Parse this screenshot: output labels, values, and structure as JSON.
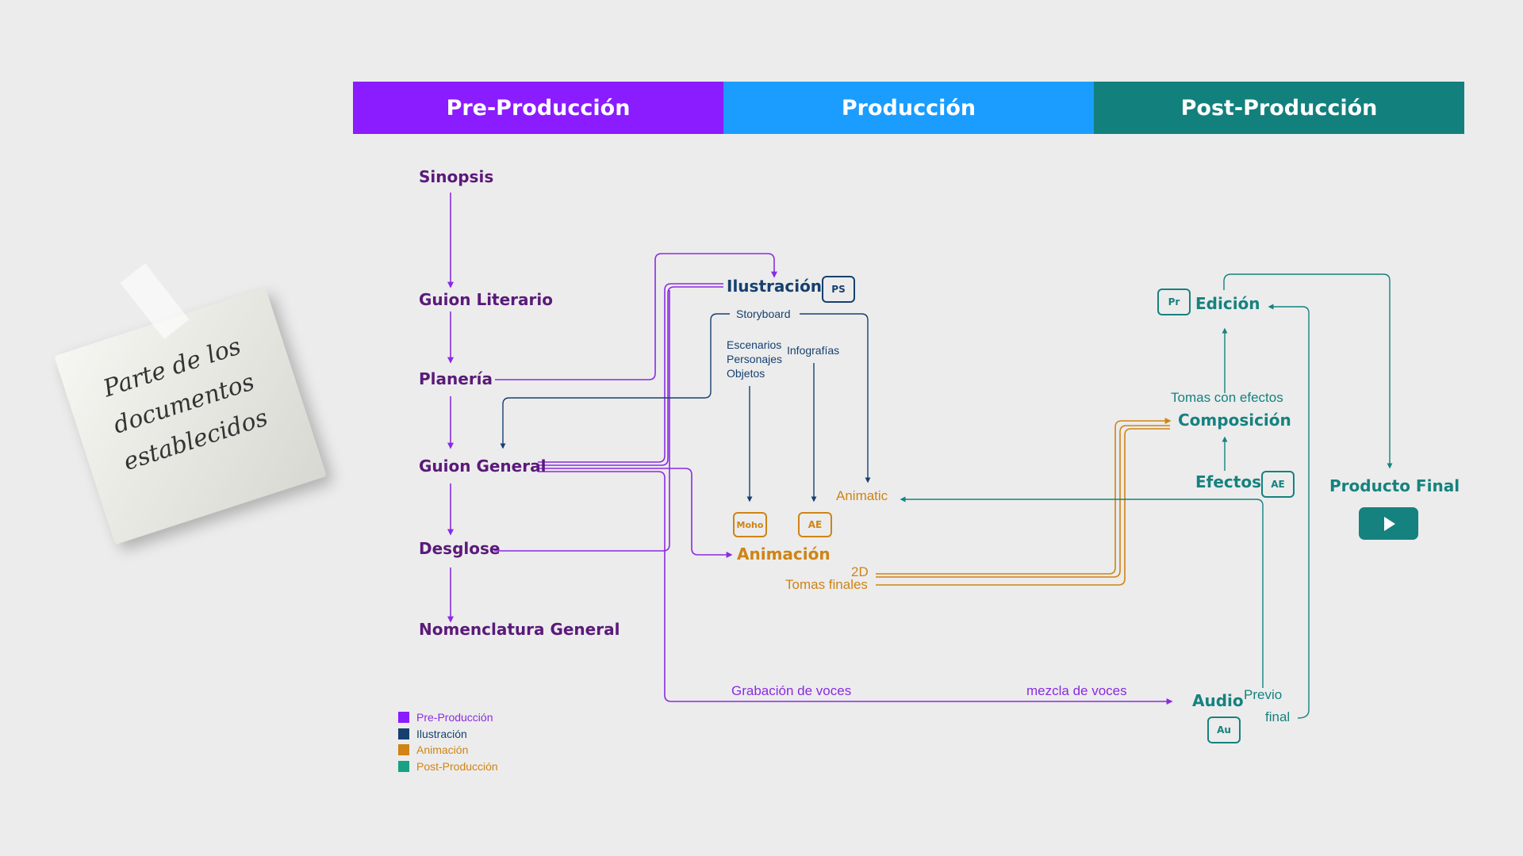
{
  "phases": {
    "pre": {
      "label": "Pre-Producción",
      "color": "#8a1cff"
    },
    "pro": {
      "label": "Producción",
      "color": "#1a9dff"
    },
    "post": {
      "label": "Post-Producción",
      "color": "#12807c"
    }
  },
  "colors": {
    "pre": "#8a2be2",
    "ilu": "#16406f",
    "ani": "#cf8414",
    "post": "#15827f"
  },
  "nodes": {
    "sinopsis": "Sinopsis",
    "guion_literario": "Guion Literario",
    "planeria": "Planería",
    "guion_general": "Guion General",
    "desglose": "Desglose",
    "nomenclatura": "Nomenclatura General",
    "ilustracion": "Ilustración",
    "animacion": "Animación",
    "animatic": "Animatic",
    "edicion": "Edición",
    "composicion": "Composición",
    "efectos": "Efectos",
    "audio": "Audio",
    "producto_final": "Producto Final"
  },
  "labels": {
    "storyboard": "Storyboard",
    "escenarios": "Escenarios",
    "personajes": "Personajes",
    "objetos": "Objetos",
    "infografias": "Infografías",
    "tomas_efectos": "Tomas con efectos",
    "label_2d": "2D",
    "tomas_finales": "Tomas finales",
    "grabacion": "Grabación de voces",
    "mezcla": "mezcla de voces",
    "previo": "Previo",
    "final": "final"
  },
  "badges": {
    "ps": "PS",
    "moho": "Moho",
    "ae_ani": "AE",
    "pr": "Pr",
    "ae_post": "AE",
    "au": "Au"
  },
  "legend": [
    {
      "label": "Pre-Producción",
      "color": "#8a1cff"
    },
    {
      "label": "Ilustración",
      "color": "#16406f"
    },
    {
      "label": "Animación",
      "color": "#cf8414"
    },
    {
      "label": "Post-Producción",
      "color": "#1aa083"
    }
  ],
  "note": {
    "text": "Parte de los documentos establecidos"
  },
  "icons": {
    "play": "play-icon"
  }
}
